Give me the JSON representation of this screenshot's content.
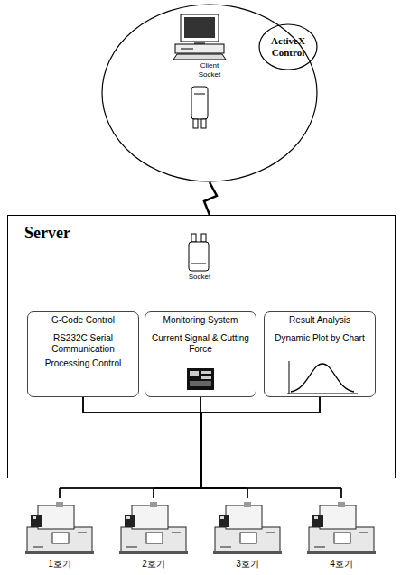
{
  "diagram": {
    "nodes": [
      {
        "text": [
          "Client Socket"
        ]
      },
      {
        "text": [
          "ActiveX Control"
        ],
        "in": 0
      },
      {
        "text": [
          "Server"
        ]
      },
      {
        "text": [
          "G-Code Control",
          "RS232C Serial Communication",
          "Processing Control"
        ],
        "in": 2
      },
      {
        "text": [
          "Monitoring System",
          "Current Signal & Cutting Force"
        ],
        "in": 2
      },
      {
        "text": [
          "Result Analysis",
          "Dynamic Plot by Chart"
        ],
        "in": 2
      },
      {
        "text": [
          "1호기"
        ]
      },
      {
        "text": [
          "2호기"
        ]
      },
      {
        "text": [
          "3호기"
        ]
      },
      {
        "text": [
          "4호기"
        ]
      }
    ],
    "edges": [
      {
        "from": 0,
        "to": 2,
        "arrow": "none"
      },
      {
        "from": 3,
        "to": 6,
        "arrow": "none"
      },
      {
        "from": 3,
        "to": 7,
        "arrow": "none"
      },
      {
        "from": 3,
        "to": 8,
        "arrow": "none"
      },
      {
        "from": 3,
        "to": 9,
        "arrow": "none"
      },
      {
        "from": 4,
        "to": 6,
        "arrow": "none"
      },
      {
        "from": 4,
        "to": 7,
        "arrow": "none"
      },
      {
        "from": 4,
        "to": 8,
        "arrow": "none"
      },
      {
        "from": 4,
        "to": 9,
        "arrow": "none"
      },
      {
        "from": 5,
        "to": 6,
        "arrow": "none"
      },
      {
        "from": 5,
        "to": 7,
        "arrow": "none"
      },
      {
        "from": 5,
        "to": 8,
        "arrow": "none"
      },
      {
        "from": 5,
        "to": 9,
        "arrow": "none"
      }
    ],
    "labels": [
      "Socket"
    ]
  }
}
